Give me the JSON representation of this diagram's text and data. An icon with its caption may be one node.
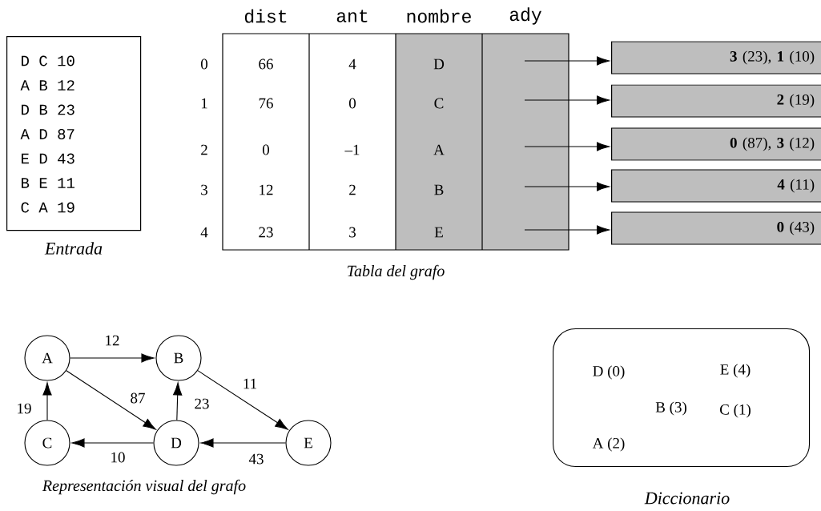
{
  "diagram": {
    "nodes": [
      {
        "text": [
          "D C 10",
          "A B 12",
          "D B 23",
          "A D 87",
          "E D 43",
          "B E 11",
          "C A 19"
        ],
        "beside": [
          "Entrada"
        ]
      },
      {
        "text": [
          "**3** (23), **1** (10)"
        ]
      },
      {
        "text": [
          "**2** (19)"
        ]
      },
      {
        "text": [
          "**0** (87), **3** (12)"
        ]
      },
      {
        "text": [
          "**4** (11)"
        ]
      },
      {
        "text": [
          "**0** (43)"
        ]
      },
      {
        "text": [
          "A"
        ]
      },
      {
        "text": [
          "B"
        ]
      },
      {
        "text": [
          "C"
        ]
      },
      {
        "text": [
          "D"
        ]
      },
      {
        "text": [
          "E"
        ]
      },
      {
        "text": [
          "D (0)",
          "E (4)",
          "B (3)",
          "C (1)",
          "A (2)"
        ],
        "beside": [
          "Diccionario"
        ]
      }
    ],
    "edges": [
      {
        "from": null,
        "to": 1,
        "arrow": "to"
      },
      {
        "from": null,
        "to": 2,
        "arrow": "to"
      },
      {
        "from": null,
        "to": 3,
        "arrow": "to"
      },
      {
        "from": null,
        "to": 4,
        "arrow": "to"
      },
      {
        "from": null,
        "to": 5,
        "arrow": "to"
      },
      {
        "from": 6,
        "to": 7,
        "arrow": "to",
        "label": "12"
      },
      {
        "from": 6,
        "to": 9,
        "arrow": "to",
        "label": "87"
      },
      {
        "from": 7,
        "to": 10,
        "arrow": "to",
        "label": "11"
      },
      {
        "from": 8,
        "to": 6,
        "arrow": "to",
        "label": "19"
      },
      {
        "from": 9,
        "to": 7,
        "arrow": "to",
        "label": "23"
      },
      {
        "from": 9,
        "to": 8,
        "arrow": "to",
        "label": "10"
      },
      {
        "from": 10,
        "to": 9,
        "arrow": "to",
        "label": "43"
      }
    ],
    "labels": [
      "dist",
      "ant",
      "nombre",
      "ady",
      "0",
      "66",
      "4",
      "D",
      "1",
      "76",
      "0",
      "C",
      "2",
      "0",
      "–1",
      "A",
      "3",
      "12",
      "2",
      "B",
      "4",
      "23",
      "3",
      "E",
      "Tabla del grafo",
      "Representación visual del grafo"
    ]
  }
}
